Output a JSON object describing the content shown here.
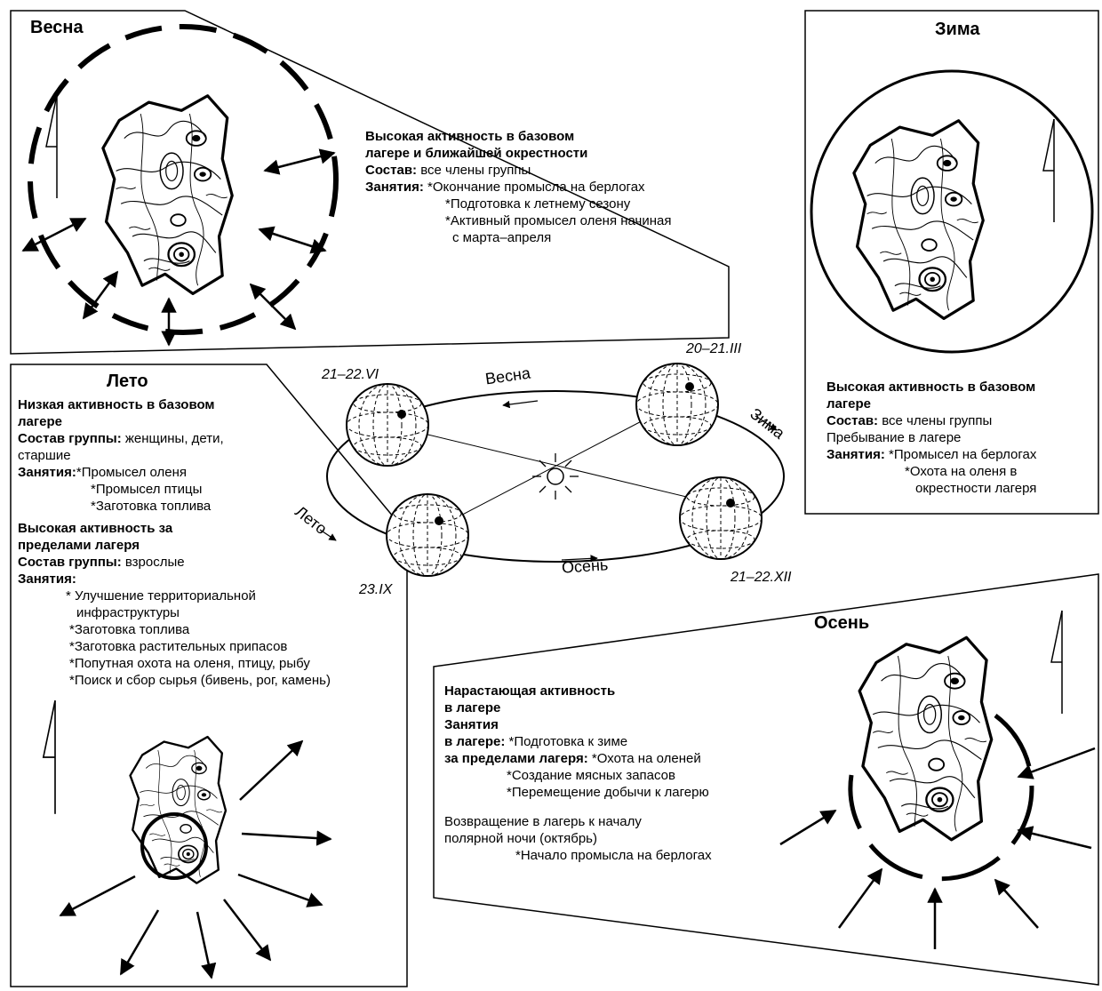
{
  "spring": {
    "title": "Весна",
    "line1": "Высокая активность в базовом",
    "line2": "лагере и ближайшей окрестности",
    "composition_label": "Состав:",
    "composition_value": " все члены группы",
    "activities_label": "Занятия:",
    "activity1": " *Окончание промысла на берлогах",
    "activity2": "*Подготовка к летнему сезону",
    "activity3": "*Активный промысел оленя начиная",
    "activity4": "с марта–апреля"
  },
  "winter": {
    "title": "Зима",
    "line1": "Высокая активность в базовом",
    "line2": "лагере",
    "composition_label": "Состав:",
    "composition_value": " все члены группы",
    "stay": "Пребывание в лагере",
    "activities_label": "Занятия:",
    "activity1": " *Промысел на берлогах",
    "activity2": "*Охота на оленя в",
    "activity3": "окрестности лагеря"
  },
  "summer": {
    "title": "Лето",
    "low1": "Низкая активность в базовом",
    "low2": "лагере",
    "group_label": "Состав группы:",
    "group_value": " женщины, дети,",
    "group_value2": "старшие",
    "activities_label": "Занятия:",
    "activity1": "*Промысел оленя",
    "activity2": "*Промысел птицы",
    "activity3": "*Заготовка топлива",
    "high1": "Высокая активность за",
    "high2": "пределами лагеря",
    "group2_label": "Состав группы:",
    "group2_value": " взрослые",
    "activities2_label": "Занятия:",
    "out1": "* Улучшение территориальной",
    "out1b": "инфраструктуры",
    "out2": "*Заготовка топлива",
    "out3": "*Заготовка растительных припасов",
    "out4": "*Попутная охота на оленя, птицу, рыбу",
    "out5": "*Поиск и сбор сырья (бивень, рог, камень)"
  },
  "autumn": {
    "title": "Осень",
    "line1": "Нарастающая активность",
    "line2": "в лагере",
    "activities_label": "Занятия",
    "camp_label": "в лагере:",
    "camp_value": " *Подготовка к зиме",
    "out_label": "за пределами лагеря:",
    "out_value": " *Охота на оленей",
    "out2": "*Создание мясных запасов",
    "out3": "*Перемещение добычи к лагерю",
    "return1": "Возвращение в лагерь к началу",
    "return2": "полярной ночи (октябрь)",
    "return3": "*Начало промысла на берлогах"
  },
  "orbit": {
    "date_summer": "21–22.VI",
    "date_spring": "20–21.III",
    "date_autumn": "23.IX",
    "date_winter": "21–22.XII",
    "arc_spring": "Весна",
    "arc_winter": "Зима",
    "arc_summer": "Лето",
    "arc_autumn": "Осень"
  },
  "colors": {
    "ink": "#000000",
    "paper": "#ffffff"
  },
  "icons": [
    "north-arrow-icon",
    "sun-icon",
    "globe-icon",
    "territory-map"
  ]
}
